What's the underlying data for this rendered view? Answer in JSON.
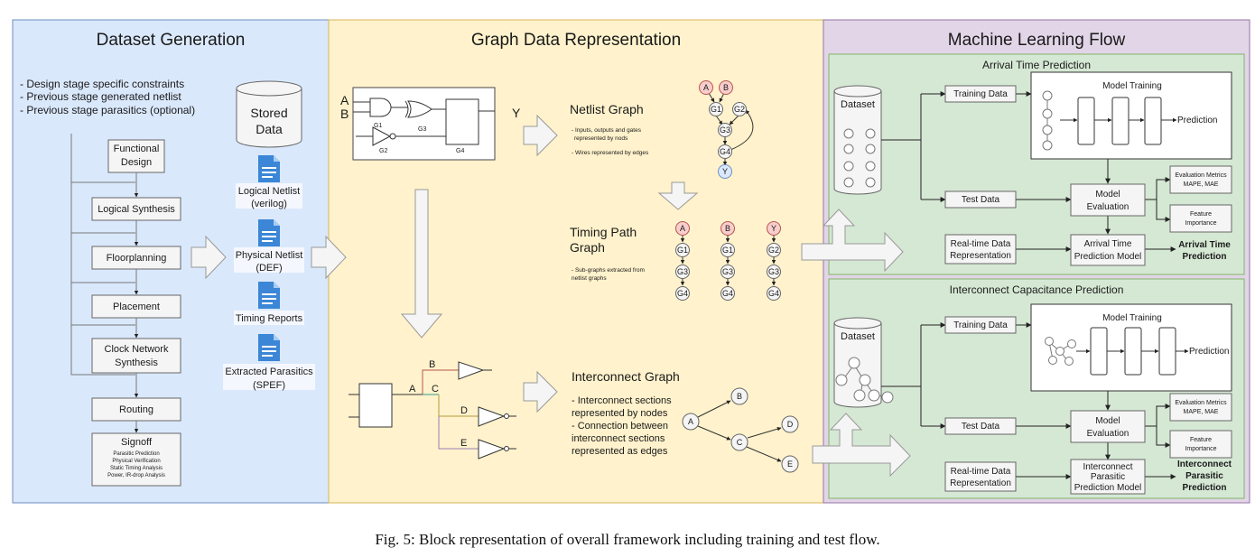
{
  "panels": {
    "dataset_generation": {
      "title": "Dataset Generation",
      "bullets": [
        "- Design stage specific constraints",
        "- Previous stage generated netlist",
        "- Previous stage parasitics (optional)"
      ],
      "flow": {
        "functional_design": [
          "Functional",
          "Design"
        ],
        "logical_synthesis": "Logical Synthesis",
        "floorplanning": "Floorplanning",
        "placement": "Placement",
        "clock_network": [
          "Clock Network",
          "Synthesis"
        ],
        "routing": "Routing",
        "signoff": "Signoff",
        "signoff_items": [
          "Parasitic Prediction",
          "Physical Verification",
          "Static Timing Analysis",
          "Power, IR-drop Analysis"
        ]
      },
      "stored_data": [
        "Stored",
        "Data"
      ],
      "files": {
        "logical_netlist": [
          "Logical Netlist",
          "(verilog)"
        ],
        "physical_netlist": [
          "Physical Netlist",
          "(DEF)"
        ],
        "timing_reports": [
          "Timing Reports"
        ],
        "extracted_parasitics": [
          "Extracted Parasitics",
          "(SPEF)"
        ]
      }
    },
    "graph_representation": {
      "title": "Graph Data Representation",
      "circuit": {
        "a": "A",
        "b": "B",
        "y": "Y",
        "g1": "G1",
        "g2": "G2",
        "g3": "G3",
        "g4": "G4"
      },
      "netlist_graph": {
        "title": "Netlist Graph",
        "notes": [
          "- Inputs, outputs and gates",
          "represented by nods",
          "- Wires represented by edges"
        ]
      },
      "timing_path_graph": {
        "title": [
          "Timing Path",
          "Graph"
        ],
        "notes": [
          "- Sub-graphs extracted from",
          "netlist graphs"
        ]
      },
      "interconnect_graph": {
        "title": "Interconnect Graph",
        "notes": [
          "- Interconnect sections",
          "represented by nodes",
          "- Connection between",
          "interconnect sections",
          "represented as edges"
        ]
      },
      "wire": {
        "a": "A",
        "b": "B",
        "c": "C",
        "d": "D",
        "e": "E"
      },
      "node_labels": {
        "a": "A",
        "b": "B",
        "y": "Y",
        "g1": "G1",
        "g2": "G2",
        "g3": "G3",
        "g4": "G4",
        "c": "C",
        "d": "D",
        "e": "E"
      }
    },
    "ml_flow": {
      "title": "Machine Learning Flow",
      "arrival": {
        "title": "Arrival Time Prediction",
        "dataset": "Dataset",
        "training_data": "Training Data",
        "test_data": "Test Data",
        "model_training": "Model Training",
        "prediction": "Prediction",
        "model_evaluation": [
          "Model",
          "Evaluation"
        ],
        "evaluation_metrics": [
          "Evaluation Metrics",
          "MAPE, MAE"
        ],
        "feature_importance": [
          "Feature",
          "Importance"
        ],
        "realtime": [
          "Real-time Data",
          "Representation"
        ],
        "prediction_model": [
          "Arrival Time",
          "Prediction Model"
        ],
        "output": [
          "Arrival Time",
          "Prediction"
        ]
      },
      "interconnect": {
        "title": "Interconnect Capacitance Prediction",
        "dataset": "Dataset",
        "training_data": "Training Data",
        "test_data": "Test Data",
        "model_training": "Model Training",
        "prediction": "Prediction",
        "model_evaluation": [
          "Model",
          "Evaluation"
        ],
        "evaluation_metrics": [
          "Evaluation Metrics",
          "MAPE, MAE"
        ],
        "feature_importance": [
          "Feature",
          "Importance"
        ],
        "realtime": [
          "Real-time Data",
          "Representation"
        ],
        "prediction_model": [
          "Interconnect",
          "Parasitic",
          "Prediction Model"
        ],
        "output": [
          "Interconnect",
          "Parasitic",
          "Prediction"
        ]
      }
    }
  },
  "caption": "Fig. 5: Block representation of overall framework including training and test flow.",
  "colors": {
    "dataset_bg": "#dae8fc",
    "graph_bg": "#fff2cc",
    "ml_bg": "#e1d5e7",
    "ml_sub_bg": "#d5e8d4",
    "input_node": "#f8cecc",
    "output_node": "#dae8fc",
    "file_icon": "#3b86d6"
  }
}
